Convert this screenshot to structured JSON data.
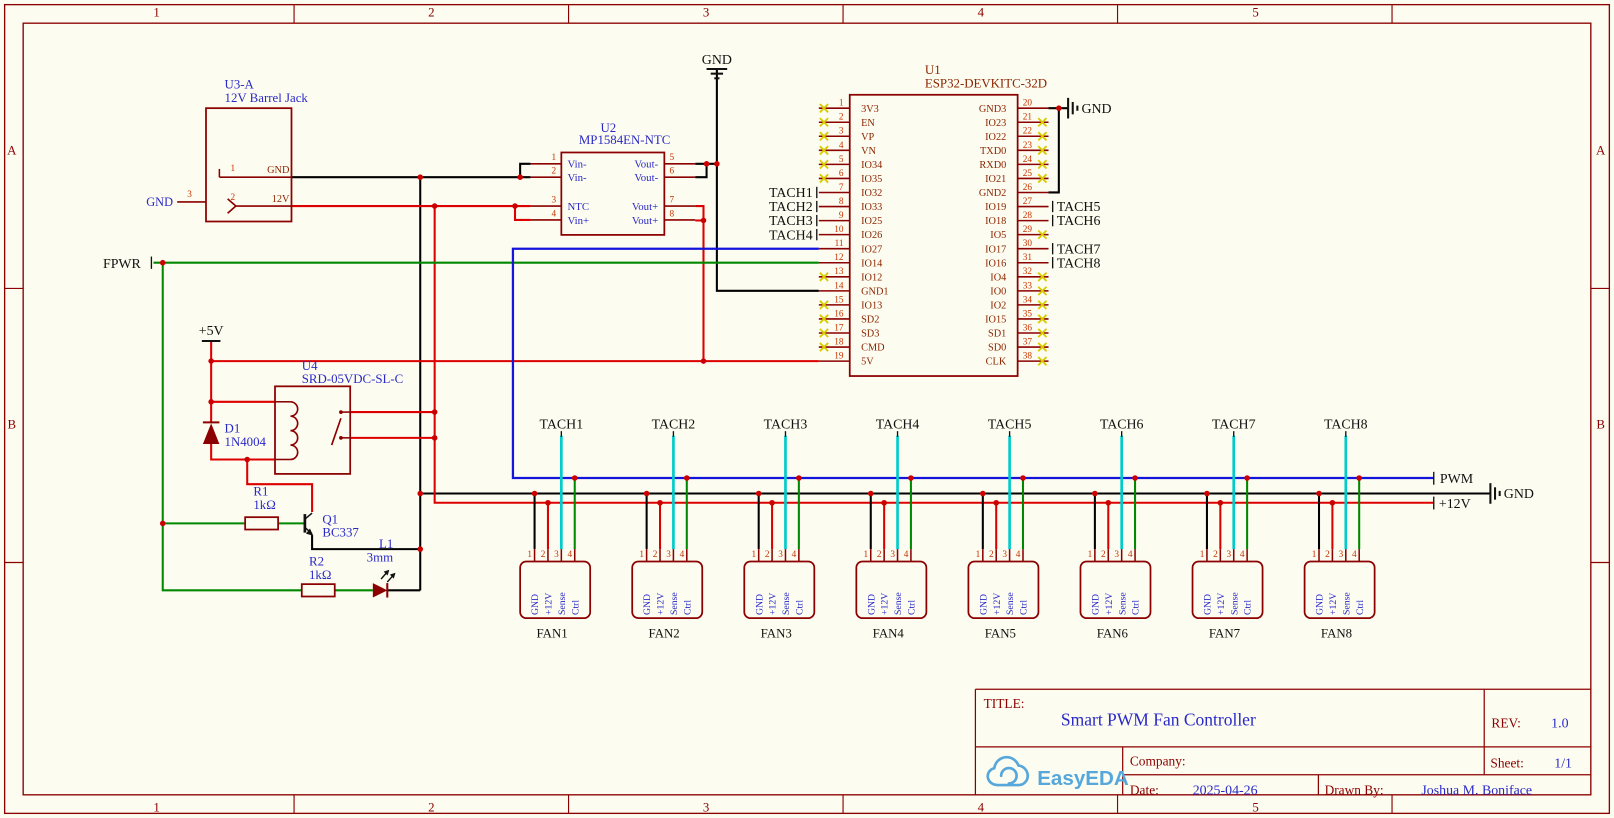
{
  "frame": {
    "columns": [
      "1",
      "2",
      "3",
      "4",
      "5"
    ],
    "rows": [
      "A",
      "B"
    ]
  },
  "title_block": {
    "title_label": "TITLE:",
    "title": "Smart PWM Fan Controller",
    "rev_label": "REV:",
    "rev": "1.0",
    "company_label": "Company:",
    "sheet_label": "Sheet:",
    "sheet": "1/1",
    "date_label": "Date:",
    "date": "2025-04-26",
    "drawn_by_label": "Drawn By:",
    "drawn_by": "Joshua M. Boniface",
    "logo": "EasyEDA"
  },
  "net_labels": {
    "fpwr": "FPWR",
    "pwm": "PWM",
    "plus12v": "+12V",
    "plus5v": "+5V",
    "gnd_top": "GND",
    "gnd_u1": "GND",
    "gnd_bus": "GND",
    "jack_gnd": "GND"
  },
  "tach_nets": [
    "TACH1",
    "TACH2",
    "TACH3",
    "TACH4",
    "TACH5",
    "TACH6",
    "TACH7",
    "TACH8"
  ],
  "components": {
    "u3a": {
      "ref": "U3-A",
      "value": "12V Barrel Jack",
      "pins": [
        {
          "num": "1",
          "name": "GND"
        },
        {
          "num": "2",
          "name": "12V"
        },
        {
          "num": "3",
          "name": ""
        }
      ]
    },
    "u2": {
      "ref": "U2",
      "value": "MP1584EN-NTC",
      "left_pins": [
        {
          "num": "1",
          "name": "Vin-"
        },
        {
          "num": "2",
          "name": "Vin-"
        },
        {
          "num": "3",
          "name": "NTC"
        },
        {
          "num": "4",
          "name": "Vin+"
        }
      ],
      "right_pins": [
        {
          "num": "5",
          "name": "Vout-"
        },
        {
          "num": "6",
          "name": "Vout-"
        },
        {
          "num": "7",
          "name": "Vout+"
        },
        {
          "num": "8",
          "name": "Vout+"
        }
      ]
    },
    "u1": {
      "ref": "U1",
      "value": "ESP32-DEVKITC-32D",
      "left_pins": [
        {
          "num": "1",
          "name": "3V3",
          "nc": true
        },
        {
          "num": "2",
          "name": "EN",
          "nc": true
        },
        {
          "num": "3",
          "name": "VP",
          "nc": true
        },
        {
          "num": "4",
          "name": "VN",
          "nc": true
        },
        {
          "num": "5",
          "name": "IO34",
          "nc": true
        },
        {
          "num": "6",
          "name": "IO35",
          "nc": true
        },
        {
          "num": "7",
          "name": "IO32"
        },
        {
          "num": "8",
          "name": "IO33"
        },
        {
          "num": "9",
          "name": "IO25"
        },
        {
          "num": "10",
          "name": "IO26"
        },
        {
          "num": "11",
          "name": "IO27"
        },
        {
          "num": "12",
          "name": "IO14"
        },
        {
          "num": "13",
          "name": "IO12",
          "nc": true
        },
        {
          "num": "14",
          "name": "GND1"
        },
        {
          "num": "15",
          "name": "IO13",
          "nc": true
        },
        {
          "num": "16",
          "name": "SD2",
          "nc": true
        },
        {
          "num": "17",
          "name": "SD3",
          "nc": true
        },
        {
          "num": "18",
          "name": "CMD",
          "nc": true
        },
        {
          "num": "19",
          "name": "5V"
        }
      ],
      "right_pins": [
        {
          "num": "20",
          "name": "GND3"
        },
        {
          "num": "21",
          "name": "IO23",
          "nc": true
        },
        {
          "num": "22",
          "name": "IO22",
          "nc": true
        },
        {
          "num": "23",
          "name": "TXD0",
          "nc": true
        },
        {
          "num": "24",
          "name": "RXD0",
          "nc": true
        },
        {
          "num": "25",
          "name": "IO21",
          "nc": true
        },
        {
          "num": "26",
          "name": "GND2"
        },
        {
          "num": "27",
          "name": "IO19"
        },
        {
          "num": "28",
          "name": "IO18"
        },
        {
          "num": "29",
          "name": "IO5",
          "nc": true
        },
        {
          "num": "30",
          "name": "IO17"
        },
        {
          "num": "31",
          "name": "IO16"
        },
        {
          "num": "32",
          "name": "IO4",
          "nc": true
        },
        {
          "num": "33",
          "name": "IO0",
          "nc": true
        },
        {
          "num": "34",
          "name": "IO2",
          "nc": true
        },
        {
          "num": "35",
          "name": "IO15",
          "nc": true
        },
        {
          "num": "36",
          "name": "SD1",
          "nc": true
        },
        {
          "num": "37",
          "name": "SD0",
          "nc": true
        },
        {
          "num": "38",
          "name": "CLK",
          "nc": true
        }
      ]
    },
    "u4": {
      "ref": "U4",
      "value": "SRD-05VDC-SL-C"
    },
    "d1": {
      "ref": "D1",
      "value": "1N4004"
    },
    "r1": {
      "ref": "R1",
      "value": "1kΩ"
    },
    "r2": {
      "ref": "R2",
      "value": "1kΩ"
    },
    "q1": {
      "ref": "Q1",
      "value": "BC337"
    },
    "l1": {
      "ref": "L1",
      "value": "3mm"
    }
  },
  "fans": {
    "names": [
      "FAN1",
      "FAN2",
      "FAN3",
      "FAN4",
      "FAN5",
      "FAN6",
      "FAN7",
      "FAN8"
    ],
    "pin_numbers": [
      "1",
      "2",
      "3",
      "4"
    ],
    "pin_names": [
      "GND",
      "+12V",
      "Sense",
      "Ctrl"
    ]
  },
  "colors": {
    "frame": "#8b0000",
    "outline": "#8b0000",
    "wire_black": "#000000",
    "wire_red": "#dd0000",
    "wire_green": "#008800",
    "wire_blue": "#1414dc",
    "wire_cyan": "#00cccc",
    "junction": "#cc0000",
    "no_connect": "#d8cc00",
    "pin_number": "#c83200",
    "pin_name": "#8b2500",
    "ref_blue": "#2929c8",
    "logo": "#55a7dc"
  }
}
